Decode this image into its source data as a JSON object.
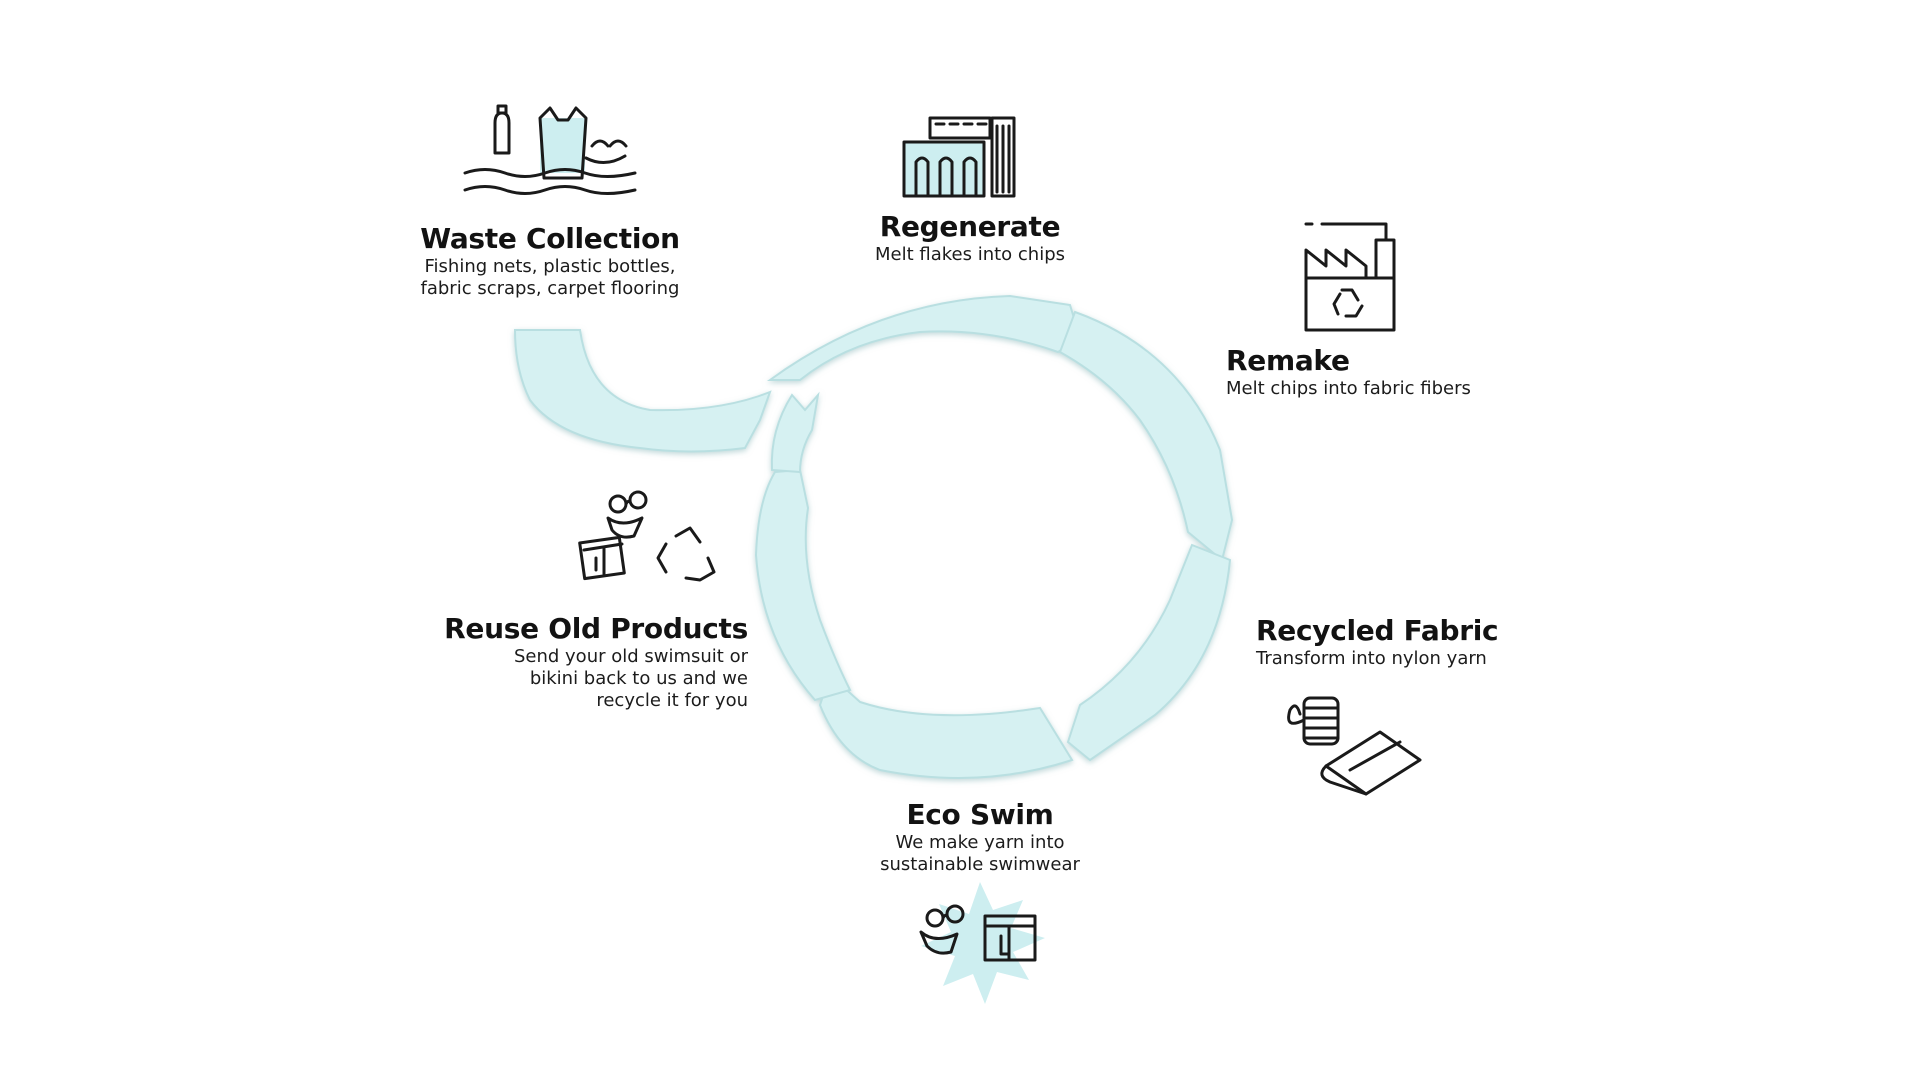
{
  "steps": {
    "waste_collection": {
      "title": "Waste Collection",
      "desc": "Fishing nets, plastic bottles,\nfabric scraps, carpet flooring"
    },
    "regenerate": {
      "title": "Regenerate",
      "desc": "Melt flakes into chips"
    },
    "remake": {
      "title": "Remake",
      "desc": "Melt chips into fabric fibers"
    },
    "recycled_fabric": {
      "title": "Recycled Fabric",
      "desc": "Transform into nylon yarn"
    },
    "eco_swim": {
      "title": "Eco Swim",
      "desc": "We make yarn into\nsustainable swimwear"
    },
    "reuse_old_products": {
      "title": "Reuse Old Products",
      "desc": "Send your old swimsuit or\nbikini back to us and we\nrecycle it for you"
    }
  },
  "colors": {
    "arrow_fill": "#d6f1f2",
    "arrow_edge": "#b9dfe1",
    "text": "#121212",
    "icon_stroke": "#1a1a1a"
  },
  "icons": {
    "waste_collection": "ocean-waste-icon",
    "regenerate": "regeneration-plant-icon",
    "remake": "recycling-factory-icon",
    "recycled_fabric": "yarn-spool-fabric-icon",
    "eco_swim": "swimwear-icon",
    "reuse_old_products": "swimwear-recycle-icon"
  }
}
